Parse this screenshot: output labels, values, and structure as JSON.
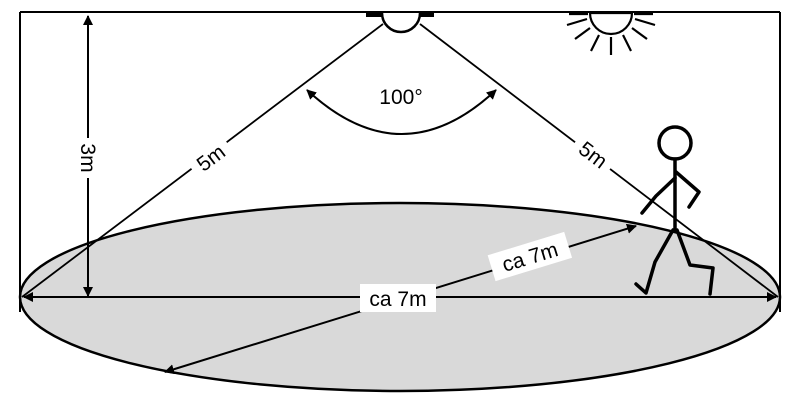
{
  "diagram": {
    "angle_label": "100°",
    "height_label": "3m",
    "left_range_label": "5m",
    "right_range_label": "5m",
    "diameter_label": "ca 7m",
    "radius_label": "ca 7m",
    "icons": [
      "motion-sensor-icon",
      "sun-icon",
      "walking-person-icon"
    ],
    "colors": {
      "stroke": "#000000",
      "detection_area_fill": "#d9d9d9",
      "background": "#ffffff"
    }
  }
}
